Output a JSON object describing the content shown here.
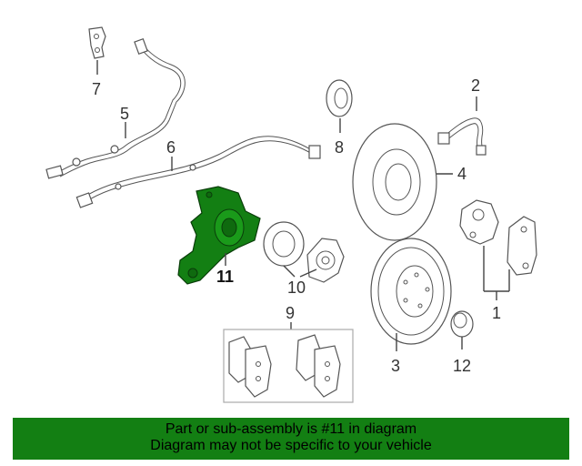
{
  "diagram": {
    "highlight_color": "#137f13",
    "callouts": [
      "1",
      "2",
      "3",
      "4",
      "5",
      "6",
      "7",
      "8",
      "9",
      "10",
      "11",
      "12"
    ]
  },
  "banner": {
    "line1": "Part or sub-assembly is #11 in diagram",
    "line2": "Diagram may not be specific to your vehicle",
    "background": "#137f13"
  }
}
